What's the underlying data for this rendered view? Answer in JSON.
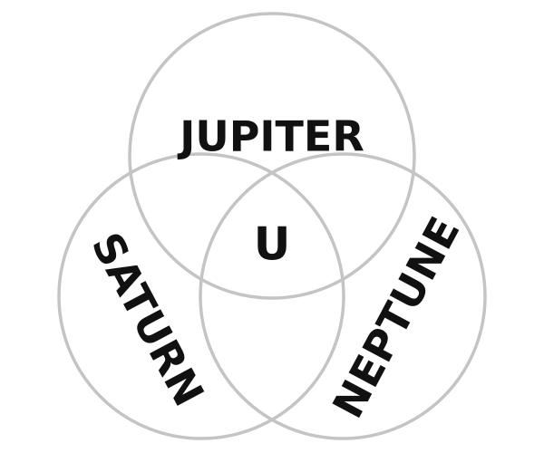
{
  "diagram": {
    "type": "venn",
    "sets": [
      {
        "id": "jupiter",
        "label": "JUPITER"
      },
      {
        "id": "saturn",
        "label": "SATURN"
      },
      {
        "id": "neptune",
        "label": "NEPTUNE"
      }
    ],
    "center_label": "U",
    "colors": {
      "ring": "#c4c4c4",
      "text": "#111111",
      "background": "#ffffff"
    }
  }
}
